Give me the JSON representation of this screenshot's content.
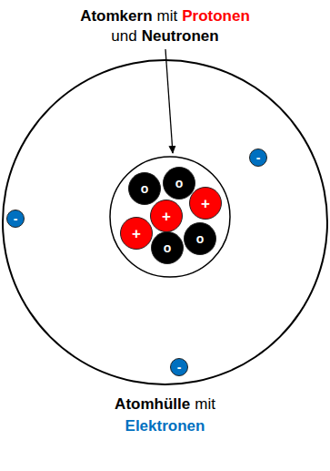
{
  "diagram": {
    "nodes": [
      {
        "text": [
          "Atomhülle",
          "mit",
          "Elektronen"
        ]
      },
      {
        "text": [
          "-"
        ],
        "in": 0
      },
      {
        "text": [
          "o"
        ],
        "in": 0
      },
      {
        "text": [
          "o"
        ],
        "in": 0
      },
      {
        "text": [
          "+"
        ],
        "in": 0
      },
      {
        "text": [
          "+"
        ],
        "in": 0
      },
      {
        "text": [
          "-"
        ],
        "in": 0
      },
      {
        "text": [
          "+"
        ],
        "in": 0
      },
      {
        "text": [
          "o"
        ],
        "in": 0
      },
      {
        "text": [
          "o"
        ],
        "in": 0
      },
      {
        "text": [
          "-"
        ],
        "in": 0
      }
    ],
    "labels": [
      "Atomkern",
      "mit",
      "Protonen",
      "und",
      "Neutronen"
    ]
  }
}
